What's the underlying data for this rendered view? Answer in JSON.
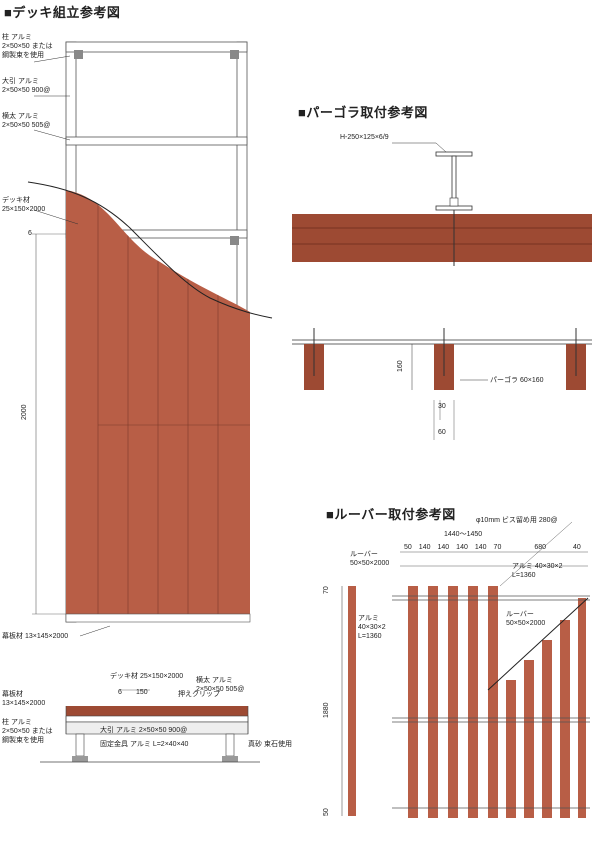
{
  "titles": {
    "deck": "■デッキ組立参考図",
    "pergola": "■パーゴラ取付参考図",
    "louver": "■ルーバー取付参考図"
  },
  "deck_labels": {
    "post": [
      "柱 アルミ",
      "2×50×50 または",
      "鋼製束を使用"
    ],
    "beam": [
      "大引 アルミ",
      "2×50×50 900@"
    ],
    "joist": [
      "横太 アルミ",
      "2×50×50 505@"
    ],
    "deck_board": [
      "デッキ材",
      "25×150×2000"
    ],
    "gap": "6",
    "height": "2000",
    "fascia": "幕板材 13×145×2000"
  },
  "section_labels": {
    "deck_board": "デッキ材 25×150×2000",
    "fascia": [
      "幕板材",
      "13×145×2000"
    ],
    "joist": [
      "横太 アルミ",
      "2×50×50 505@"
    ],
    "gap": "6",
    "board_width": "150",
    "clip": "押えクリップ",
    "post": [
      "柱 アルミ",
      "2×50×50 または",
      "鋼製束を使用"
    ],
    "beam": "大引 アルミ 2×50×50 900@",
    "bracket": "固定金具 アルミ L=2×40×40",
    "base": "真砂 束石使用"
  },
  "pergola_labels": {
    "hbeam": "H-250×125×6/9",
    "height": "160",
    "pergola": "パーゴラ 60×160",
    "dim_inner": "30",
    "dim_outer": "60"
  },
  "louver_labels": {
    "pitch_note": "φ10mm ビス留め用 280@",
    "total_width": "1440～1450",
    "spacing": [
      "50",
      "140",
      "140",
      "140",
      "140",
      "70",
      "680",
      "40"
    ],
    "louver_side": [
      "ルーバー",
      "50×50×2000"
    ],
    "alum_left": [
      "アルミ",
      "40×30×2",
      "L=1360"
    ],
    "alum_right": [
      "アルミ 40×30×2",
      "L=1360"
    ],
    "louver_front": [
      "ルーバー",
      "50×50×2000"
    ],
    "height_top": "70",
    "height_mid": "1880",
    "height_bottom": "50"
  }
}
